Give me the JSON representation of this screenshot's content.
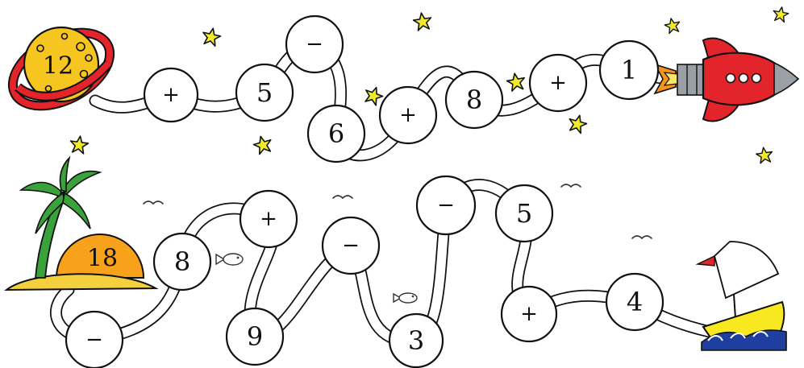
{
  "top_row": {
    "start_value": "12",
    "nodes": [
      "+",
      "5",
      "−",
      "6",
      "+",
      "8",
      "+",
      "1"
    ]
  },
  "bottom_row": {
    "start_value": "18",
    "nodes": [
      "8",
      "−",
      "+",
      "9",
      "−",
      "3",
      "−",
      "5",
      "+",
      "4"
    ]
  },
  "colors": {
    "planet": "#f7c51f",
    "planet_ring": "#e4242b",
    "rocket_body": "#e4242b",
    "rocket_nose": "#9aa0a6",
    "flame": "#f7941d",
    "sun": "#f7a21a",
    "palm": "#3aa23a",
    "sand": "#f4d03f",
    "boat_hull": "#f7e81f",
    "sea": "#1f3fa0",
    "flag": "#e4242b",
    "star": "#f0ea2a"
  }
}
